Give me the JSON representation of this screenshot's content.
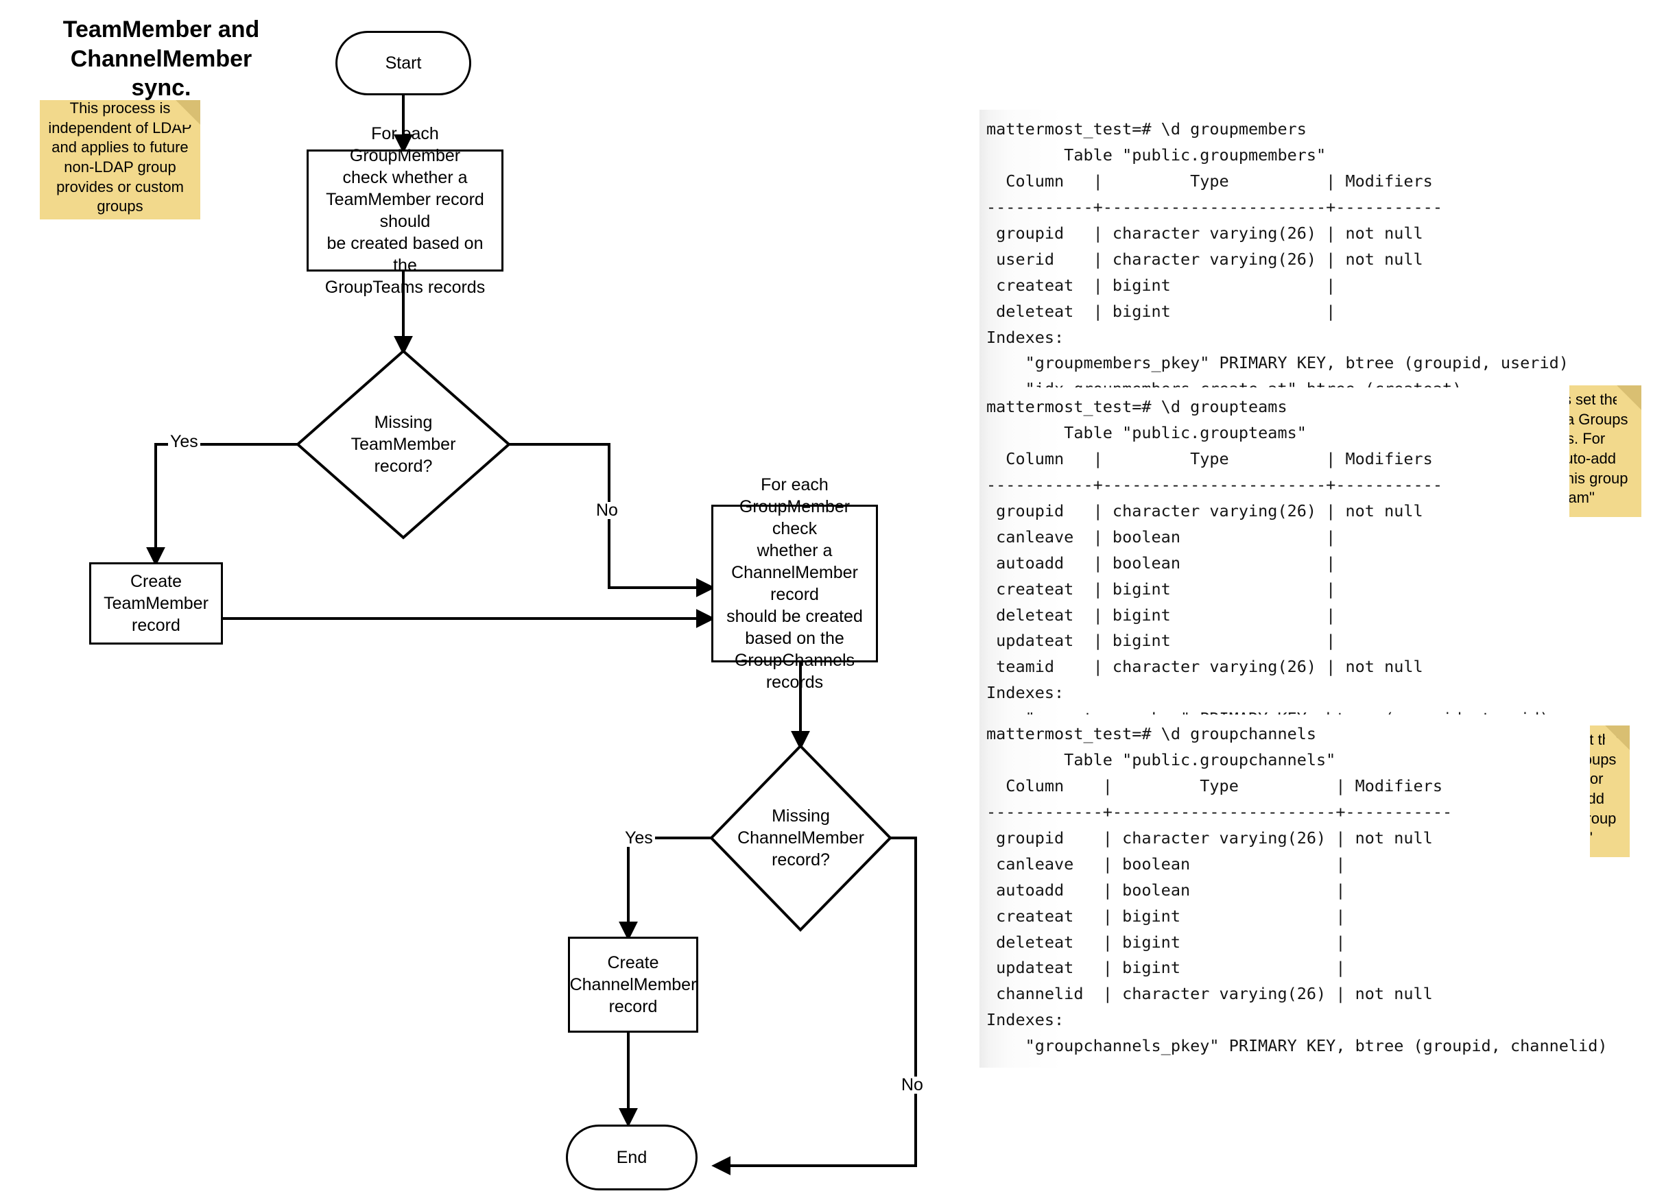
{
  "title": {
    "text": "TeamMember and\nChannelMember sync."
  },
  "notes": {
    "ldap": "This process is\nindependent of LDAP\nand applies to future\nnon-LDAP group\nprovides or custom\ngroups",
    "groupteams": "GroupTeams set the\nlink between a Groups\nand Teams. For\nexample \"auto-add\nmembers of this group\nto this team\"",
    "groupchannels": "GroupChannels set the\nlink between a Groups\nand Channels. For\nexample \"auto-add\nmembers of this group\nto this channel\""
  },
  "flow": {
    "start": "Start",
    "process_team": "For each GroupMember\ncheck whether a\nTeamMember record should\nbe created based on the\nGroupTeams records",
    "decision_team": "Missing TeamMember\nrecord?",
    "create_team": "Create\nTeamMember\nrecord",
    "process_channel": "For each\nGroupMember check\nwhether a\nChannelMember record\nshould be created\nbased on the\nGroupChannels\nrecords",
    "decision_channel": "Missing\nChannelMember\nrecord?",
    "create_channel": "Create\nChannelMember\nrecord",
    "end": "End",
    "label_yes_team": "Yes",
    "label_no_team": "No",
    "label_yes_channel": "Yes",
    "label_no_channel": "No"
  },
  "terminals": {
    "groupmembers": "mattermost_test=# \\d groupmembers\n        Table \"public.groupmembers\"\n  Column   |         Type          | Modifiers\n-----------+-----------------------+-----------\n groupid   | character varying(26) | not null\n userid    | character varying(26) | not null\n createat  | bigint                |\n deleteat  | bigint                |\nIndexes:\n    \"groupmembers_pkey\" PRIMARY KEY, btree (groupid, userid)\n    \"idx_groupmembers_create_at\" btree (createat)",
    "groupteams": "mattermost_test=# \\d groupteams\n        Table \"public.groupteams\"\n  Column   |         Type          | Modifiers\n-----------+-----------------------+-----------\n groupid   | character varying(26) | not null\n canleave  | boolean               |\n autoadd   | boolean               |\n createat  | bigint                |\n deleteat  | bigint                |\n updateat  | bigint                |\n teamid    | character varying(26) | not null\nIndexes:\n    \"groupteams_pkey\" PRIMARY KEY, btree (groupid, teamid)",
    "groupchannels": "mattermost_test=# \\d groupchannels\n        Table \"public.groupchannels\"\n  Column    |         Type          | Modifiers\n------------+-----------------------+-----------\n groupid    | character varying(26) | not null\n canleave   | boolean               |\n autoadd    | boolean               |\n createat   | bigint                |\n deleteat   | bigint                |\n updateat   | bigint                |\n channelid  | character varying(26) | not null\nIndexes:\n    \"groupchannels_pkey\" PRIMARY KEY, btree (groupid, channelid)"
  },
  "colors": {
    "stroke": "#000000",
    "sticky": "#f2d98c",
    "sticky_fold": "#d9bf72",
    "terminal_bg": "#f4f4f4"
  }
}
